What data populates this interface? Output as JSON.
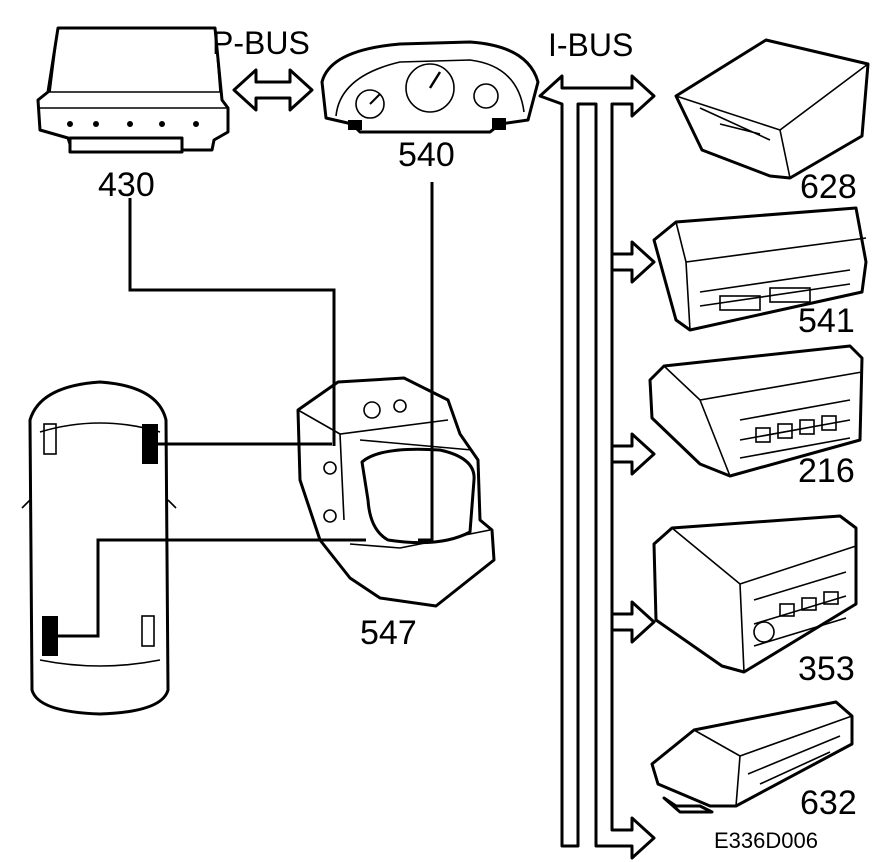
{
  "labels": {
    "p_bus": "P-BUS",
    "i_bus": "I-BUS",
    "ecu_430": "430",
    "cluster_540": "540",
    "abs_547": "547",
    "unit_628": "628",
    "unit_541": "541",
    "unit_216": "216",
    "unit_353": "353",
    "unit_632": "632",
    "figure_code": "E336D006"
  }
}
